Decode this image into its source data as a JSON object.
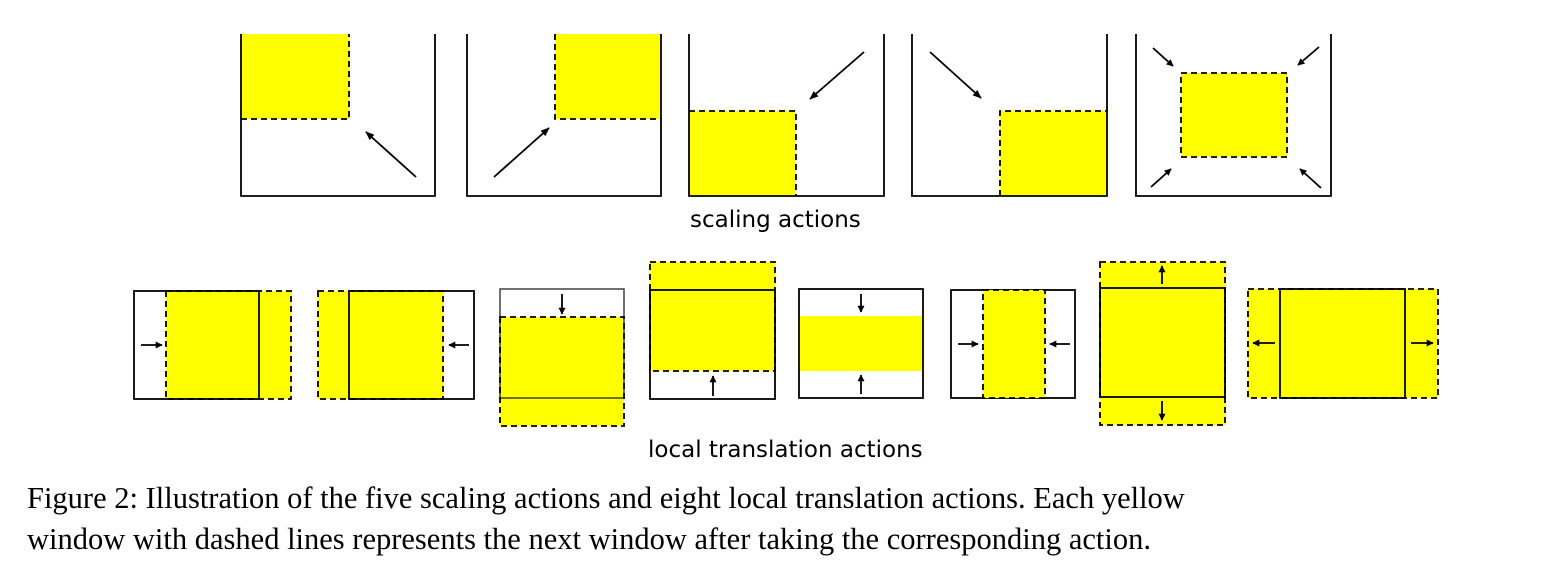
{
  "colors": {
    "window_fill": "#ffff00",
    "stroke": "#000000",
    "background": "#ffffff"
  },
  "icons": {
    "arrow": "arrowhead-line",
    "window": "dashed-yellow-rectangle"
  },
  "scaling_section": {
    "label": "scaling actions",
    "panels": [
      {
        "name": "scale-top-left",
        "arrows": [
          "up-left"
        ]
      },
      {
        "name": "scale-top-right",
        "arrows": [
          "up-right"
        ]
      },
      {
        "name": "scale-bottom-left",
        "arrows": [
          "down-left"
        ]
      },
      {
        "name": "scale-bottom-right",
        "arrows": [
          "down-right"
        ]
      },
      {
        "name": "scale-center",
        "arrows": [
          "inward-from-four-corners"
        ]
      }
    ]
  },
  "translation_section": {
    "label": "local translation actions",
    "panels": [
      {
        "name": "move-right",
        "arrows": [
          "right"
        ]
      },
      {
        "name": "move-left",
        "arrows": [
          "left"
        ]
      },
      {
        "name": "move-down",
        "arrows": [
          "down"
        ]
      },
      {
        "name": "move-up",
        "arrows": [
          "up"
        ]
      },
      {
        "name": "shrink-vertical",
        "arrows": [
          "down",
          "up"
        ]
      },
      {
        "name": "shrink-horizontal",
        "arrows": [
          "right",
          "left"
        ]
      },
      {
        "name": "expand-vertical",
        "arrows": [
          "up",
          "down"
        ]
      },
      {
        "name": "expand-horizontal",
        "arrows": [
          "left",
          "right"
        ]
      }
    ]
  },
  "caption": {
    "line1": "Figure 2: Illustration of the five scaling actions and eight local translation actions. Each yellow",
    "line2": "window with dashed lines represents the next window after taking the corresponding action."
  }
}
